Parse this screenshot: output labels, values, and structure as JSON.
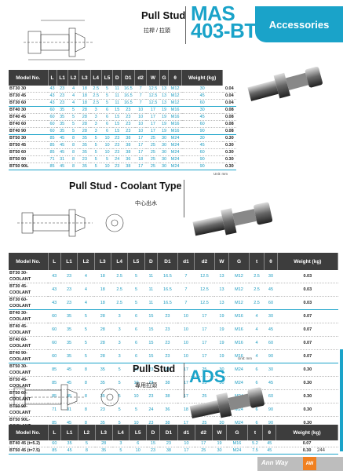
{
  "header": {
    "title": "Pull Stud",
    "subtitle": "拉桿 / 拉頭",
    "series": "MAS",
    "series2": "403-BT",
    "category": "Accessories"
  },
  "section1": {
    "headers": [
      "Model No.",
      "L",
      "L1",
      "L2",
      "L3",
      "L4",
      "L5",
      "D",
      "D1",
      "d2",
      "W",
      "G",
      "θ",
      "Weight (kg)"
    ],
    "groups": [
      [
        [
          "BT30 30",
          "43",
          "23",
          "4",
          "18",
          "2.5",
          "5",
          "11",
          "16.5",
          "7",
          "12.5",
          "13",
          "M12",
          "30",
          "0.04"
        ],
        [
          "BT30 45",
          "43",
          "23",
          "4",
          "18",
          "2.5",
          "5",
          "11",
          "16.5",
          "7",
          "12.5",
          "13",
          "M12",
          "45",
          "0.04"
        ],
        [
          "BT30 60",
          "43",
          "23",
          "4",
          "18",
          "2.5",
          "5",
          "11",
          "16.5",
          "7",
          "12.5",
          "13",
          "M12",
          "60",
          "0.04"
        ]
      ],
      [
        [
          "BT40 30",
          "60",
          "35",
          "5",
          "28",
          "3",
          "6",
          "15",
          "23",
          "10",
          "17",
          "19",
          "M16",
          "30",
          "0.08"
        ],
        [
          "BT40 45",
          "60",
          "35",
          "5",
          "28",
          "3",
          "6",
          "15",
          "23",
          "10",
          "17",
          "19",
          "M16",
          "45",
          "0.08"
        ],
        [
          "BT40 60",
          "60",
          "35",
          "5",
          "28",
          "3",
          "6",
          "15",
          "23",
          "10",
          "17",
          "19",
          "M16",
          "60",
          "0.08"
        ],
        [
          "BT40 90",
          "60",
          "35",
          "5",
          "28",
          "3",
          "6",
          "15",
          "23",
          "10",
          "17",
          "19",
          "M16",
          "90",
          "0.08"
        ]
      ],
      [
        [
          "BT50 30",
          "85",
          "45",
          "8",
          "35",
          "5",
          "10",
          "23",
          "38",
          "17",
          "25",
          "30",
          "M24",
          "30",
          "0.30"
        ],
        [
          "BT50 45",
          "85",
          "45",
          "8",
          "35",
          "5",
          "10",
          "23",
          "38",
          "17",
          "25",
          "30",
          "M24",
          "45",
          "0.30"
        ],
        [
          "BT50 60",
          "85",
          "45",
          "8",
          "35",
          "5",
          "10",
          "23",
          "38",
          "17",
          "25",
          "30",
          "M24",
          "60",
          "0.30"
        ],
        [
          "BT50 90",
          "71",
          "31",
          "8",
          "23",
          "5",
          "5",
          "24",
          "36",
          "18",
          "25",
          "30",
          "M24",
          "90",
          "0.30"
        ],
        [
          "BT50 90L",
          "85",
          "45",
          "8",
          "35",
          "5",
          "10",
          "23",
          "38",
          "17",
          "25",
          "30",
          "M24",
          "90",
          "0.30"
        ]
      ]
    ],
    "unit": "Unit: mm"
  },
  "section2": {
    "title": "Pull Stud - Coolant Type",
    "subtitle": "中心出水",
    "headers": [
      "Model No.",
      "L",
      "L1",
      "L2",
      "L3",
      "L4",
      "L5",
      "D",
      "D1",
      "d1",
      "d2",
      "W",
      "G",
      "t",
      "θ",
      "Weight (kg)"
    ],
    "groups": [
      [
        [
          "BT30 30-COOLANT",
          "43",
          "23",
          "4",
          "18",
          "2.5",
          "5",
          "11",
          "16.5",
          "7",
          "12.5",
          "13",
          "M12",
          "2.5",
          "30",
          "0.03"
        ],
        [
          "BT30 45-COOLANT",
          "43",
          "23",
          "4",
          "18",
          "2.5",
          "5",
          "11",
          "16.5",
          "7",
          "12.5",
          "13",
          "M12",
          "2.5",
          "45",
          "0.03"
        ],
        [
          "BT30 60-COOLANT",
          "43",
          "23",
          "4",
          "18",
          "2.5",
          "5",
          "11",
          "16.5",
          "7",
          "12.5",
          "13",
          "M12",
          "2.5",
          "60",
          "0.03"
        ]
      ],
      [
        [
          "BT40 30-COOLANT",
          "60",
          "35",
          "5",
          "28",
          "3",
          "6",
          "15",
          "23",
          "10",
          "17",
          "19",
          "M16",
          "4",
          "30",
          "0.07"
        ],
        [
          "BT40 45-COOLANT",
          "60",
          "35",
          "5",
          "28",
          "3",
          "6",
          "15",
          "23",
          "10",
          "17",
          "19",
          "M16",
          "4",
          "45",
          "0.07"
        ],
        [
          "BT40 60-COOLANT",
          "60",
          "35",
          "5",
          "28",
          "3",
          "6",
          "15",
          "23",
          "10",
          "17",
          "19",
          "M16",
          "4",
          "60",
          "0.07"
        ],
        [
          "BT40 90-COOLANT",
          "60",
          "35",
          "5",
          "28",
          "3",
          "6",
          "15",
          "23",
          "10",
          "17",
          "19",
          "M16",
          "4",
          "90",
          "0.07"
        ]
      ],
      [
        [
          "BT50 30-COOLANT",
          "85",
          "45",
          "8",
          "35",
          "5",
          "10",
          "23",
          "38",
          "17",
          "25",
          "30",
          "M24",
          "6",
          "30",
          "0.30"
        ],
        [
          "BT50 45-COOLANT",
          "85",
          "45",
          "8",
          "35",
          "5",
          "10",
          "23",
          "38",
          "17",
          "25",
          "30",
          "M24",
          "6",
          "45",
          "0.30"
        ],
        [
          "BT50 60-COOLANT",
          "85",
          "45",
          "8",
          "35",
          "5",
          "10",
          "23",
          "38",
          "17",
          "25",
          "30",
          "M24",
          "6",
          "60",
          "0.30"
        ],
        [
          "BT50 90-COOLANT",
          "71",
          "31",
          "8",
          "23",
          "5",
          "5",
          "24",
          "36",
          "18",
          "25",
          "30",
          "M24",
          "6",
          "90",
          "0.30"
        ],
        [
          "BT50 90L-COOLANT",
          "85",
          "45",
          "8",
          "35",
          "5",
          "10",
          "23",
          "38",
          "17",
          "25",
          "30",
          "M24",
          "6",
          "90",
          "0.30"
        ]
      ]
    ],
    "unit": "Unit: mm"
  },
  "section3": {
    "title": "Pull Stud",
    "subtitle": "專用拉頭",
    "series": "ADS",
    "headers": [
      "Model No.",
      "L",
      "L1",
      "L2",
      "L3",
      "L4",
      "L5",
      "D",
      "D1",
      "d1",
      "d2",
      "W",
      "G",
      "t",
      "θ",
      "Weight (kg)"
    ],
    "groups": [
      [
        [
          "BT40 45 (t=5.2)",
          "60",
          "35",
          "5",
          "28",
          "3",
          "6",
          "15",
          "23",
          "10",
          "17",
          "19",
          "M16",
          "5.2",
          "45",
          "0.07"
        ],
        [
          "BT50 45 (t=7.5)",
          "85",
          "45",
          "8",
          "35",
          "5",
          "10",
          "23",
          "38",
          "17",
          "25",
          "30",
          "M24",
          "7.5",
          "45",
          "0.30"
        ]
      ]
    ]
  },
  "footer": {
    "brand": "Ann Way",
    "logo": "AW",
    "page": "244"
  },
  "colors": {
    "accent": "#1aa3c9",
    "header_bg": "#3d3d3d",
    "logo": "#f08020"
  }
}
